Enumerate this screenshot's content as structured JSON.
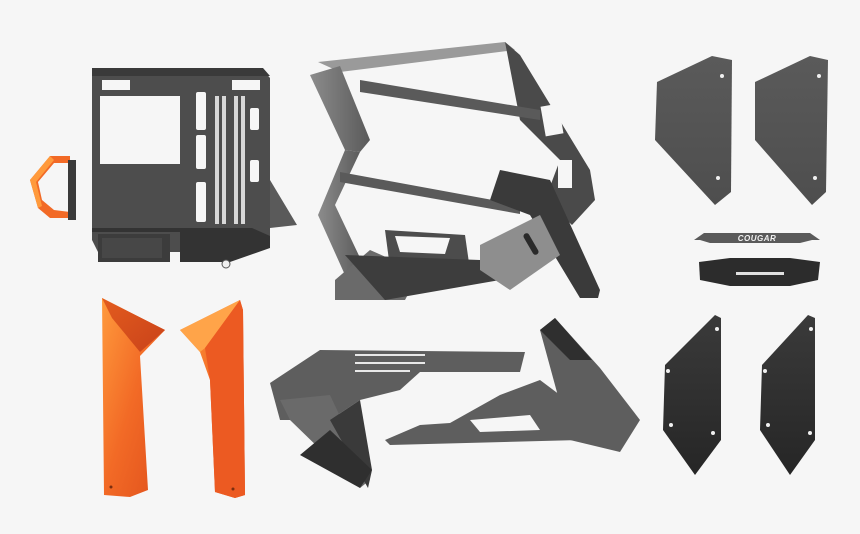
{
  "image": {
    "subject": "Exploded view of PC case components",
    "background": "#f6f6f6"
  },
  "brand": {
    "logo_text": "COUGAR"
  },
  "parts": [
    {
      "id": "motherboard-tray",
      "label": "Main chassis / motherboard tray with orange handle",
      "color": "#4a4a4a"
    },
    {
      "id": "frame",
      "label": "Open skeleton frame",
      "color": "#6a6a6a"
    },
    {
      "id": "orange-front-left",
      "label": "Orange front panel left",
      "color": "#f06424"
    },
    {
      "id": "orange-front-right",
      "label": "Orange front panel right",
      "color": "#f06424"
    },
    {
      "id": "side-arm-left",
      "label": "Lower side arm left",
      "color": "#5c5c5c"
    },
    {
      "id": "side-arm-right",
      "label": "Lower side arm right",
      "color": "#5c5c5c"
    },
    {
      "id": "top-panel-left",
      "label": "Tinted panel upper left",
      "color": "#565656"
    },
    {
      "id": "top-panel-right",
      "label": "Tinted panel upper right",
      "color": "#565656"
    },
    {
      "id": "logo-bar",
      "label": "Logo bar",
      "color": "#5a5a5a"
    },
    {
      "id": "bottom-bar",
      "label": "Bottom bracket bar",
      "color": "#2c2c2c"
    },
    {
      "id": "bottom-panel-left",
      "label": "Dark panel lower left",
      "color": "#2f2f2f"
    },
    {
      "id": "bottom-panel-right",
      "label": "Dark panel lower right",
      "color": "#2f2f2f"
    }
  ],
  "colors": {
    "accent_orange": "#f06424",
    "accent_orange_light": "#ff9a3c",
    "accent_orange_dark": "#d8451a",
    "metal_dark": "#3a3a3a",
    "metal_mid": "#5e5e5e",
    "metal_light": "#8a8a8a"
  }
}
